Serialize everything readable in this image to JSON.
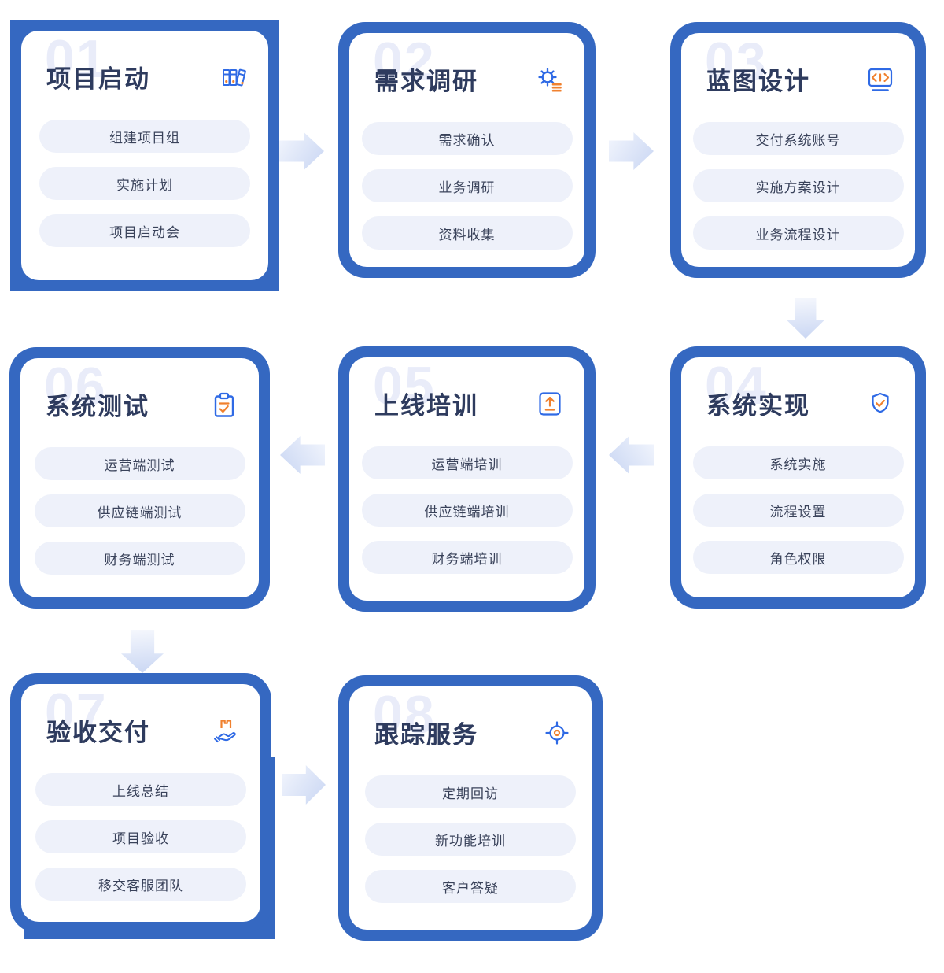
{
  "diagram_title": "implementation-process-flow",
  "colors": {
    "frame_blue": "#3568c1",
    "icon_blue": "#2f6ae5",
    "icon_orange": "#f0812f",
    "title_text": "#2e3b5e",
    "watermark": "#e9ecf9",
    "pill_bg": "#eef1fa",
    "pill_text": "#39425a",
    "arrow_light": "#f3f6fd",
    "arrow_dark": "#c9d6f3"
  },
  "cards": [
    {
      "number": "01",
      "title": "项目启动",
      "icon": "books-icon",
      "items": [
        "组建项目组",
        "实施计划",
        "项目启动会"
      ]
    },
    {
      "number": "02",
      "title": "需求调研",
      "icon": "gear-lines-icon",
      "items": [
        "需求确认",
        "业务调研",
        "资料收集"
      ]
    },
    {
      "number": "03",
      "title": "蓝图设计",
      "icon": "code-tag-icon",
      "items": [
        "交付系统账号",
        "实施方案设计",
        "业务流程设计"
      ]
    },
    {
      "number": "04",
      "title": "系统实现",
      "icon": "shield-check-icon",
      "items": [
        "系统实施",
        "流程设置",
        "角色权限"
      ]
    },
    {
      "number": "05",
      "title": "上线培训",
      "icon": "upload-icon",
      "items": [
        "运营端培训",
        "供应链端培训",
        "财务端培训"
      ]
    },
    {
      "number": "06",
      "title": "系统测试",
      "icon": "clipboard-check-icon",
      "items": [
        "运营端测试",
        "供应链端测试",
        "财务端测试"
      ]
    },
    {
      "number": "07",
      "title": "验收交付",
      "icon": "hand-box-icon",
      "items": [
        "上线总结",
        "项目验收",
        "移交客服团队"
      ]
    },
    {
      "number": "08",
      "title": "跟踪服务",
      "icon": "target-icon",
      "items": [
        "定期回访",
        "新功能培训",
        "客户答疑"
      ]
    }
  ],
  "flow": [
    "1→2",
    "2→3",
    "3↓4",
    "4→5",
    "5→6",
    "6↓7",
    "7→8"
  ]
}
